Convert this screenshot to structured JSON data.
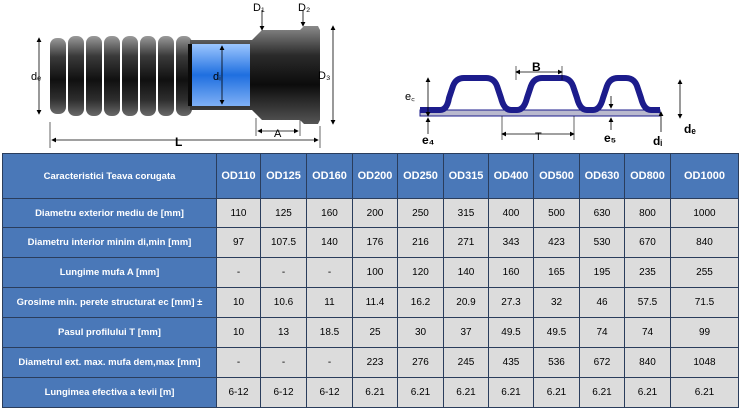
{
  "diagram": {
    "labels": {
      "D1": "D₁",
      "D2": "D₂",
      "D3": "D₃",
      "de": "dₑ",
      "di": "dᵢ",
      "L": "L",
      "A": "A",
      "B": "B",
      "T": "T",
      "ec": "e꜀",
      "e4": "e₄",
      "e5": "e₅",
      "de2": "dₑ",
      "di2": "dᵢ"
    },
    "colors": {
      "pipe": "#1e1e1e",
      "socket_liner": "#1f6fe0",
      "profile": "#1c1c8c",
      "inner_wall": "#b9b9ce"
    }
  },
  "table": {
    "header_name": "Caracteristici Teava corugata",
    "columns": [
      "OD110",
      "OD125",
      "OD160",
      "OD200",
      "OD250",
      "OD315",
      "OD400",
      "OD500",
      "OD630",
      "OD800",
      "OD1000"
    ],
    "rows": [
      {
        "label": "Diametru exterior mediu de [mm]",
        "values": [
          "110",
          "125",
          "160",
          "200",
          "250",
          "315",
          "400",
          "500",
          "630",
          "800",
          "1000"
        ]
      },
      {
        "label": "Diametru interior minim di,min [mm]",
        "values": [
          "97",
          "107.5",
          "140",
          "176",
          "216",
          "271",
          "343",
          "423",
          "530",
          "670",
          "840"
        ]
      },
      {
        "label": "Lungime mufa A [mm]",
        "values": [
          "-",
          "-",
          "-",
          "100",
          "120",
          "140",
          "160",
          "165",
          "195",
          "235",
          "255"
        ]
      },
      {
        "label": "Grosime min. perete structurat ec [mm] ±",
        "values": [
          "10",
          "10.6",
          "11",
          "11.4",
          "16.2",
          "20.9",
          "27.3",
          "32",
          "46",
          "57.5",
          "71.5"
        ]
      },
      {
        "label": "Pasul profilului T [mm]",
        "values": [
          "10",
          "13",
          "18.5",
          "25",
          "30",
          "37",
          "49.5",
          "49.5",
          "74",
          "74",
          "99"
        ]
      },
      {
        "label": "Diametrul ext. max. mufa dem,max [mm]",
        "values": [
          "-",
          "-",
          "-",
          "223",
          "276",
          "245",
          "435",
          "536",
          "672",
          "840",
          "1048"
        ]
      },
      {
        "label": "Lungimea efectiva a tevii [m]",
        "values": [
          "6-12",
          "6-12",
          "6-12",
          "6.21",
          "6.21",
          "6.21",
          "6.21",
          "6.21",
          "6.21",
          "6.21",
          "6.21"
        ]
      }
    ],
    "colors": {
      "header_bg": "#4a78b8",
      "cell_bg": "#dcdcdc",
      "border": "#2a3d5c"
    }
  }
}
